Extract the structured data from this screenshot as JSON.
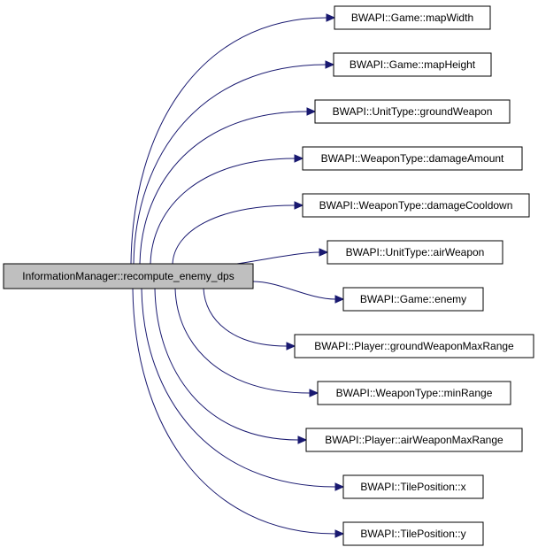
{
  "graph": {
    "source": {
      "label": "InformationManager::recompute_enemy_dps"
    },
    "targets": [
      {
        "label": "BWAPI::Game::mapWidth"
      },
      {
        "label": "BWAPI::Game::mapHeight"
      },
      {
        "label": "BWAPI::UnitType::groundWeapon"
      },
      {
        "label": "BWAPI::WeaponType::damageAmount"
      },
      {
        "label": "BWAPI::WeaponType::damageCooldown"
      },
      {
        "label": "BWAPI::UnitType::airWeapon"
      },
      {
        "label": "BWAPI::Game::enemy"
      },
      {
        "label": "BWAPI::Player::groundWeaponMaxRange"
      },
      {
        "label": "BWAPI::WeaponType::minRange"
      },
      {
        "label": "BWAPI::Player::airWeaponMaxRange"
      },
      {
        "label": "BWAPI::TilePosition::x"
      },
      {
        "label": "BWAPI::TilePosition::y"
      }
    ],
    "colors": {
      "edge": "#191970",
      "source_fill": "#bfbfbf",
      "node_fill": "#ffffff",
      "border": "#000000"
    }
  }
}
